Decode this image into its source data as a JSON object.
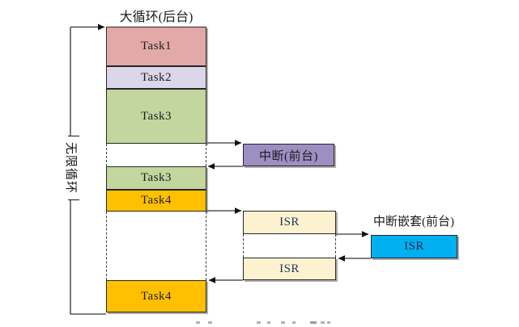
{
  "title": "大循环(后台)",
  "loop_label": "无限循环",
  "stack": {
    "task1": "Task1",
    "task2": "Task2",
    "task3a": "Task3",
    "task3b": "Task3",
    "task4a": "Task4",
    "task4b": "Task4"
  },
  "foreground": {
    "interrupt_box": "中断(前台)",
    "nested_title": "中断嵌套(前台)",
    "isr1": "ISR",
    "isr2": "ISR",
    "isr_nested": "ISR"
  },
  "colors": {
    "task1": "#e3a9a9",
    "task2": "#dcd6ea",
    "task3": "#c3d69e",
    "task4": "#ffc000",
    "interrupt": "#9e8fc3",
    "isr": "#fdf2d0",
    "isr_nested": "#00b0f0",
    "line": "#333333",
    "isr_link_line": "#595959"
  }
}
